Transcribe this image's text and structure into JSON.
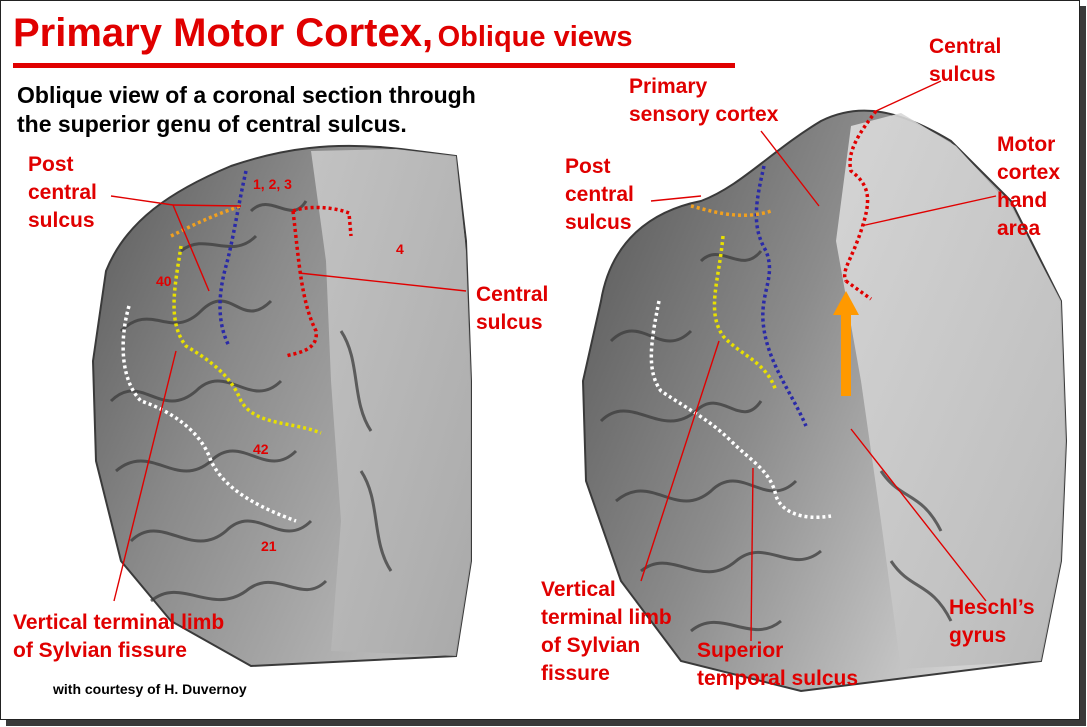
{
  "title": {
    "main": "Primary Motor Cortex,",
    "sub": "Oblique views"
  },
  "subtitle": "Oblique view of a coronal section through\nthe superior genu of central sulcus.",
  "left_labels": {
    "post_central": "Post\ncentral\nsulcus",
    "central": "Central\nsulcus",
    "sylvian": "Vertical terminal limb\nof Sylvian fissure",
    "area_123": "1, 2, 3",
    "area_4": "4",
    "area_40": "40",
    "area_42": "42",
    "area_21": "21"
  },
  "right_labels": {
    "central": "Central\nsulcus",
    "primary_sensory": "Primary\nsensory cortex",
    "post_central": "Post\ncentral\nsulcus",
    "motor_hand": "Motor\ncortex\nhand\narea",
    "sylvian": "Vertical\nterminal limb\nof Sylvian\nfissure",
    "superior_temporal": "Superior\ntemporal sulcus",
    "heschl": "Heschl’s\ngyrus"
  },
  "credit": "with courtesy of H. Duvernoy",
  "colors": {
    "label": "#e00000",
    "central_sulcus": "#e00000",
    "postcentral_sulcus": "#2a2aa8",
    "post_central_upper": "#f0a020",
    "sylvian_fissure": "#e8e000",
    "superior_temporal": "#ffffff",
    "arrow": "#ff9900"
  }
}
